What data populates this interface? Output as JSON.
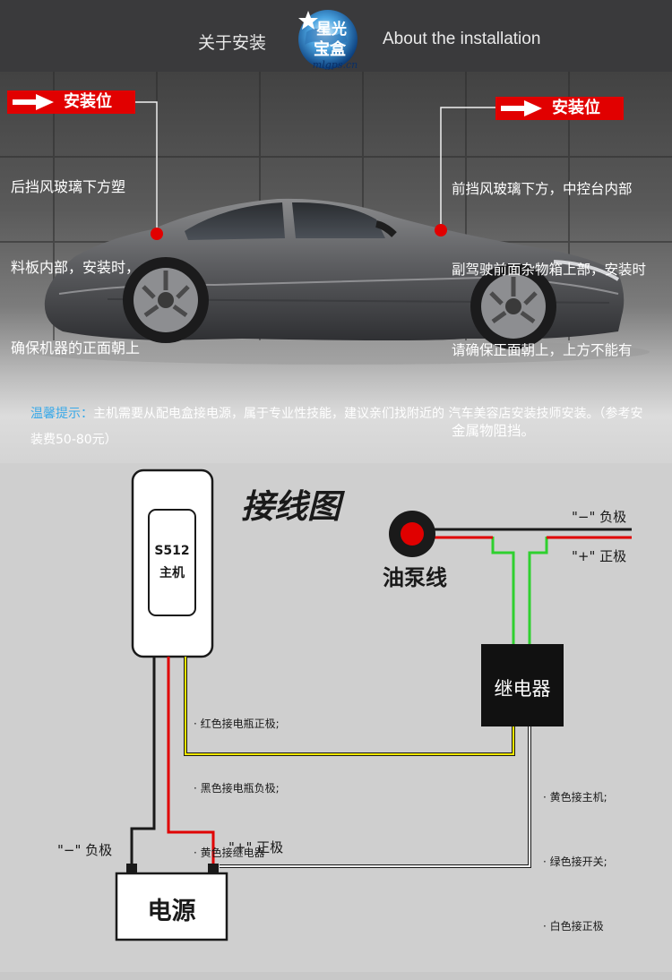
{
  "header": {
    "left_title": "关于安装",
    "right_title": "About the installation",
    "logo_line1": "星光",
    "logo_line2": "宝盒",
    "logo_url": "mlgps.cn"
  },
  "photo": {
    "left_pin": {
      "label": "安装位",
      "lines": [
        "后挡风玻璃下方塑",
        "料板内部，安装时，",
        "确保机器的正面朝上"
      ]
    },
    "right_pin": {
      "label": "安装位",
      "lines": [
        "前挡风玻璃下方，中控台内部",
        "副驾驶前面杂物箱上部，安装时",
        "请确保正面朝上，上方不能有",
        "金属物阻挡。"
      ]
    },
    "tip_head": "温馨提示：",
    "tip_body": "主机需要从配电盒接电源，属于专业性技能，建议亲们找附近的 汽车美容店安装技师安装。（参考安装费50-80元）"
  },
  "diagram": {
    "title": "接线图",
    "host_model": "S512",
    "host_label": "主机",
    "fuel_pump_label": "油泵线",
    "neg_label_top": "\"−\" 负极",
    "pos_label_top": "\"+\" 正极",
    "relay_label": "继电器",
    "host_notes": [
      "· 红色接电瓶正极;",
      "· 黑色接电瓶负极;",
      "· 黄色接继电器"
    ],
    "relay_notes": [
      "· 黄色接主机;",
      "· 绿色接开关;",
      "· 白色接正极"
    ],
    "neg_label_bottom": "\"−\" 负极",
    "pos_label_bottom": "\"+\" 正极",
    "power_label": "电源"
  },
  "colors": {
    "accent_red": "#e10000",
    "wire_red": "#e00000",
    "wire_yellow": "#f2e600",
    "wire_green": "#2fd02f",
    "wire_white": "#f4f4f4",
    "tip_blue": "#39a9e8"
  }
}
